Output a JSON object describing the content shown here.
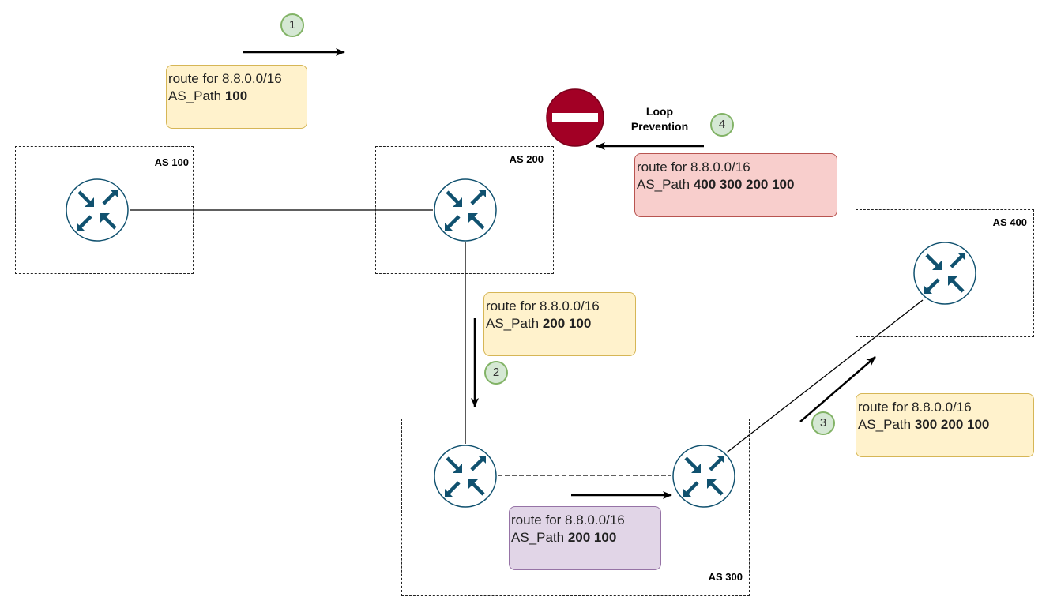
{
  "as_boxes": [
    {
      "label": "AS 100"
    },
    {
      "label": "AS 200"
    },
    {
      "label": "AS 300"
    },
    {
      "label": "AS 400"
    }
  ],
  "notes": [
    {
      "line1": "route for 8.8.0.0/16",
      "prefix": "AS_Path ",
      "path": "100"
    },
    {
      "line1": "route for 8.8.0.0/16",
      "prefix": "AS_Path ",
      "path": "200 100"
    },
    {
      "line1": "route for 8.8.0.0/16",
      "prefix": "AS_Path ",
      "path": "200 100"
    },
    {
      "line1": "route for 8.8.0.0/16",
      "prefix": "AS_Path ",
      "path": "300 200 100"
    },
    {
      "line1": "route for 8.8.0.0/16",
      "prefix": "AS_Path ",
      "path": "400 300 200 100"
    }
  ],
  "steps": [
    "1",
    "2",
    "3",
    "4"
  ],
  "loop_prevention": {
    "line1": "Loop",
    "line2": "Prevention"
  },
  "icons": {
    "router": "router-icon",
    "no_entry": "no-entry-icon"
  },
  "colors": {
    "router": "#10516f",
    "note_yellow": "#fff2cc",
    "note_red": "#f8cecc",
    "note_purple": "#e1d5e7",
    "step_fill": "#d5e8d4",
    "step_border": "#82b366",
    "stop_sign": "#a20025"
  }
}
